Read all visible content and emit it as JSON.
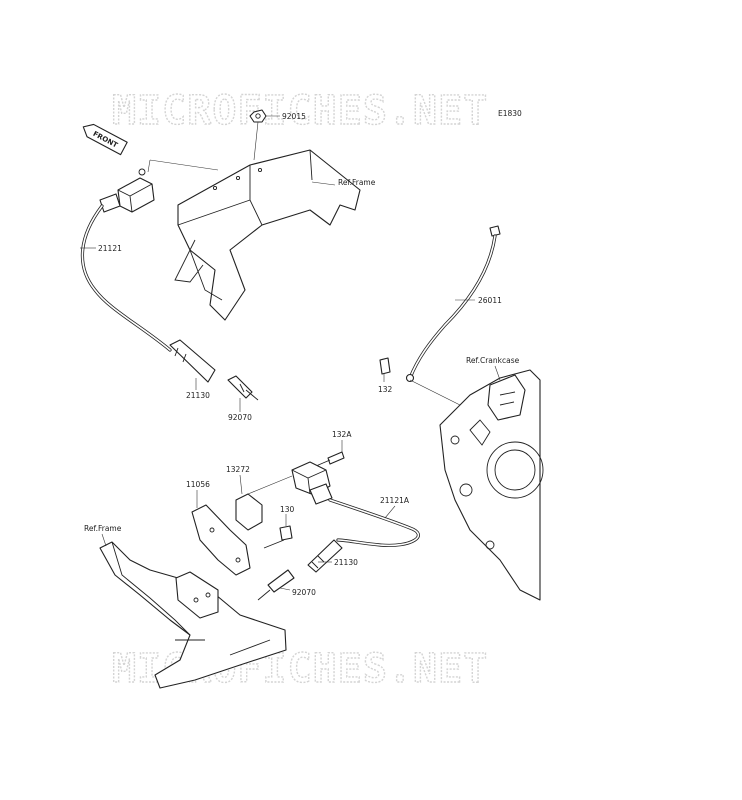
{
  "diagram_code": "E1830",
  "watermark": "MICROFICHES.NET",
  "front_arrow": "FRONT",
  "labels": {
    "p92015": "92015",
    "ref_frame_top": "Ref.Frame",
    "p21121": "21121",
    "p21130_top": "21130",
    "p92070_top": "92070",
    "p26011": "26011",
    "ref_crankcase": "Ref.Crankcase",
    "p132": "132",
    "p132a": "132A",
    "p13272": "13272",
    "p11056": "11056",
    "p130": "130",
    "p21121a": "21121A",
    "ref_frame_bottom": "Ref.Frame",
    "p21130_bottom": "21130",
    "p92070_bottom": "92070"
  }
}
